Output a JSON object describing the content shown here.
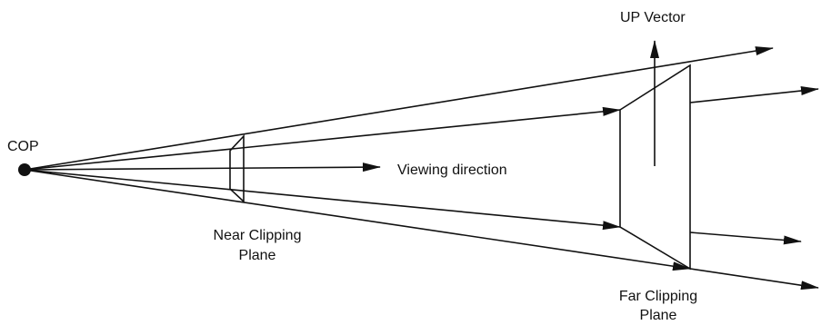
{
  "labels": {
    "cop": "COP",
    "up_vector": "UP Vector",
    "viewing_direction": "Viewing direction",
    "near_plane_line1": "Near Clipping",
    "near_plane_line2": "Plane",
    "far_plane_line1": "Far Clipping",
    "far_plane_line2": "Plane"
  },
  "colors": {
    "stroke": "#111111",
    "background": "#ffffff"
  }
}
